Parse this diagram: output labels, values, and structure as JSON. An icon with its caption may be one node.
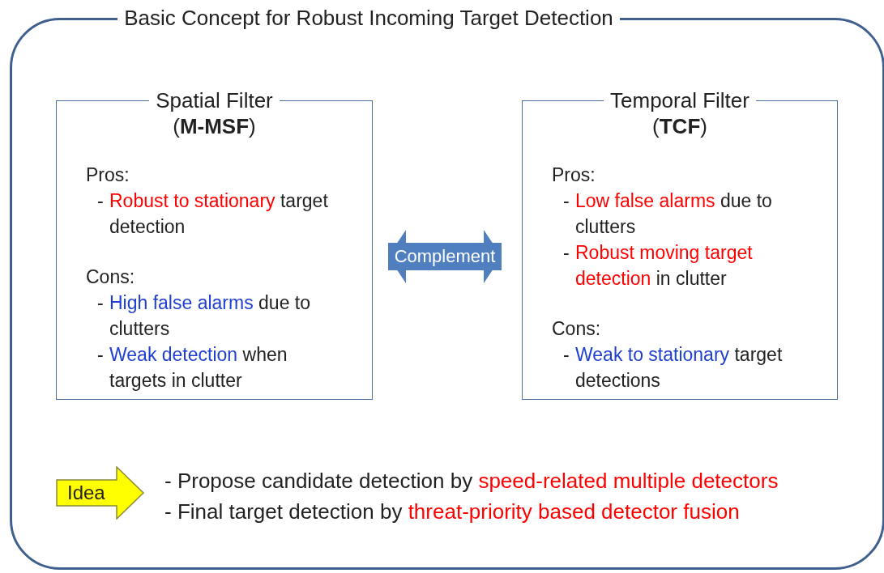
{
  "diagram": {
    "nodes": [
      {
        "text": [
          "Basic Concept for Robust Incoming Target Detection"
        ]
      },
      {
        "text": [
          "Spatial Filter",
          "(**M-MSF**)",
          "Pros:",
          "-",
          "Robust to stationary",
          "target detection",
          "Cons:",
          "-",
          "High false alarms",
          "due to clutters",
          "-",
          "Weak detection",
          "when targets in clutter"
        ],
        "in": 0
      },
      {
        "text": [
          "Temporal Filter",
          "(**TCF**)",
          "Pros:",
          "-",
          "Low false alarms",
          "due to clutters",
          "-",
          "Robust moving target detection",
          "in clutter",
          "Cons:",
          "-",
          "Weak to stationary",
          "target detections"
        ],
        "in": 0
      },
      {
        "text": [
          "Idea"
        ],
        "in": 0
      }
    ],
    "edges": [
      {
        "from": 1,
        "to": 2,
        "arrow": "both",
        "label": "Complement"
      }
    ],
    "labels": [
      "-",
      "Propose candidate detection by",
      "speed-related multiple detectors",
      "-",
      "Final target detection by",
      "threat-priority based detector fusion"
    ]
  }
}
